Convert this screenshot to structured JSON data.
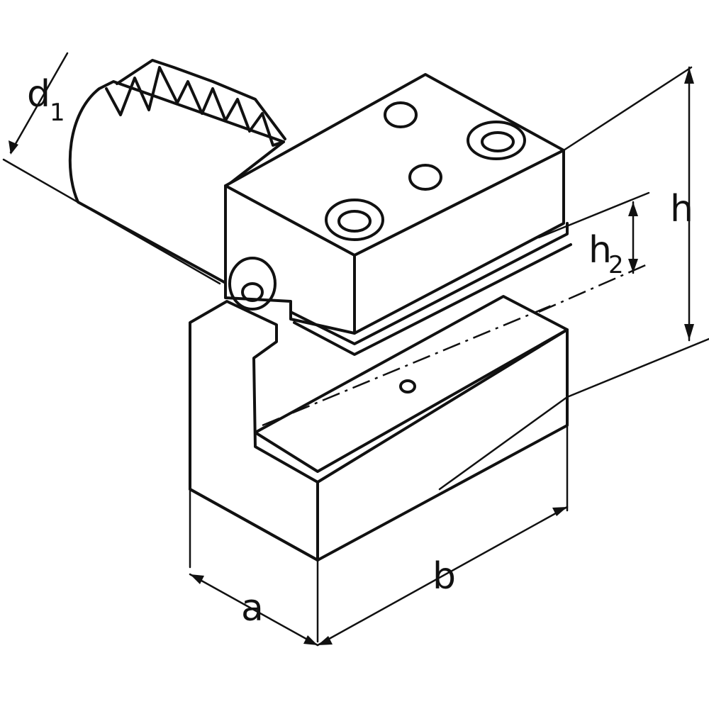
{
  "labels": {
    "d": "d",
    "d_sub": "1",
    "h": "h",
    "h2": "h",
    "h2_sub": "2",
    "a": "a",
    "b": "b"
  }
}
